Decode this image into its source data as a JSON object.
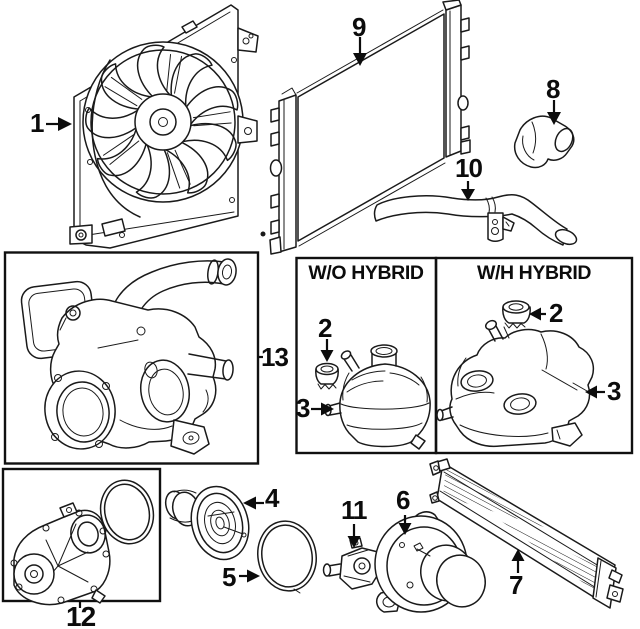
{
  "panels": {
    "without_hybrid": {
      "caption": "W/O HYBRID",
      "cap_callout": "2",
      "reservoir_callout": "3"
    },
    "with_hybrid": {
      "caption": "W/H HYBRID",
      "cap_callout": "2",
      "reservoir_callout": "3"
    }
  },
  "callouts": {
    "fan_shroud": "1",
    "thermostat": "4",
    "thermostat_seal": "5",
    "water_outlet": "6",
    "auxiliary_radiator": "7",
    "upper_hose_elbow": "8",
    "radiator": "9",
    "lower_hose": "10",
    "control_valve": "11",
    "water_pump": "12",
    "thermostat_housing": "13"
  }
}
